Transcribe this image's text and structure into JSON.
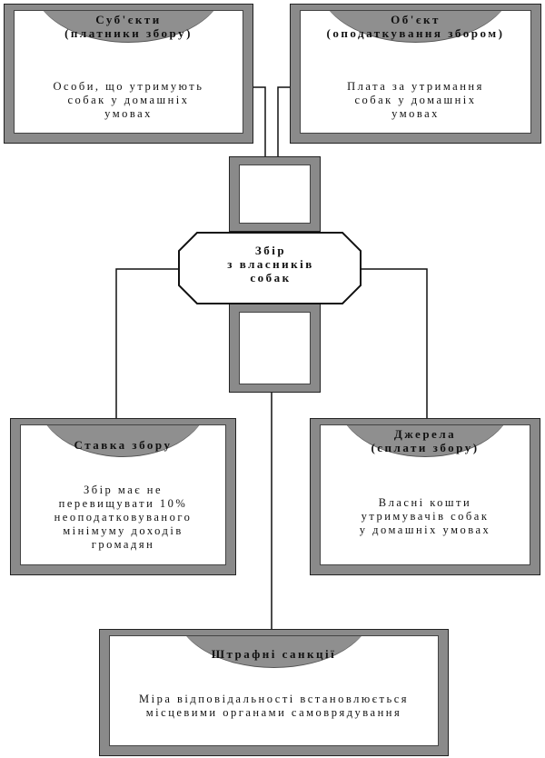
{
  "center": {
    "line1": "Збір",
    "line2": "з власників",
    "line3": "собак"
  },
  "subjects": {
    "title1": "Суб'єкти",
    "title2": "(платники збору)",
    "body1": "Особи, що утримують",
    "body2": "собак у домашніх",
    "body3": "умовах"
  },
  "object": {
    "title1": "Об'єкт",
    "title2": "(оподаткування збором)",
    "body1": "Плата за утримання",
    "body2": "собак у домашніх",
    "body3": "умовах"
  },
  "rate": {
    "title": "Ставка збору",
    "body1": "Збір має не",
    "body2": "перевищувати 10%",
    "body3": "неоподатковуваного",
    "body4": "мінімуму доходів",
    "body5": "громадян"
  },
  "sources": {
    "title1": "Джерела",
    "title2": "(сплати збору)",
    "body1": "Власні кошти",
    "body2": "утримувачів собак",
    "body3": "у домашніх умовах"
  },
  "penalties": {
    "title": "Штрафні санкції",
    "body1": "Міра відповідальності встановлюється",
    "body2": "місцевими органами самоврядування"
  },
  "colors": {
    "frame_gray": "#8a8a8a",
    "line": "#111111"
  }
}
